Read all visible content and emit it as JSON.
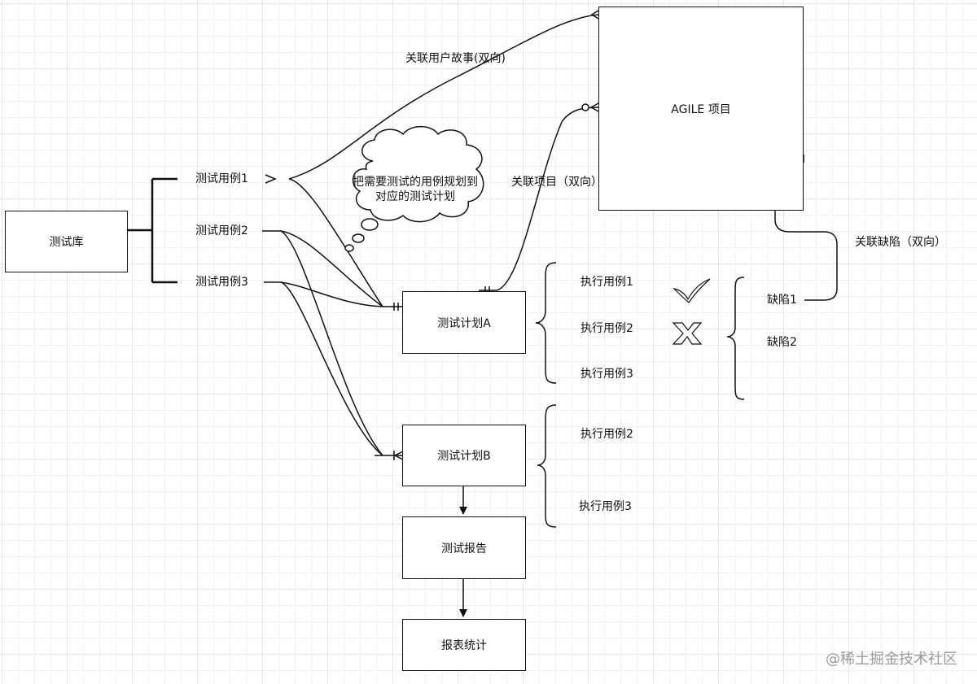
{
  "nodes": {
    "test_library": "测试库",
    "plan_a": "测试计划A",
    "plan_b": "测试计划B",
    "report": "测试报告",
    "statistics": "报表统计",
    "agile_project": "AGILE 项目"
  },
  "library_cases": [
    "测试用例1",
    "测试用例2",
    "测试用例3"
  ],
  "plan_a_cases": [
    "执行用例1",
    "执行用例2",
    "执行用例3"
  ],
  "plan_b_cases": [
    "执行用例2",
    "执行用例3"
  ],
  "defects": [
    "缺陷1",
    "缺陷2"
  ],
  "relations": {
    "user_story": "关联用户故事(双向)",
    "project": "关联项目（双向）",
    "defect": "关联缺陷（双向）"
  },
  "cloud_note": {
    "line1": "把需要测试的用例规划到",
    "line2": "对应的测试计划"
  },
  "result_marks": {
    "pass": "check-mark-icon",
    "fail": "cross-mark-icon"
  },
  "watermark": "@稀土掘金技术社区"
}
